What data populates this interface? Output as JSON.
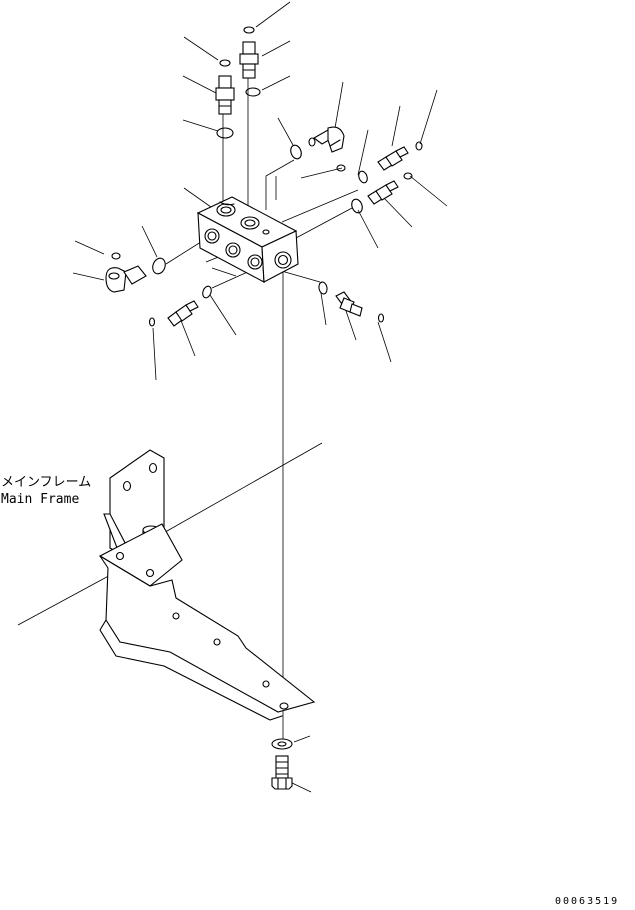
{
  "labels": {
    "frame_jp": "メインフレーム",
    "frame_en": "Main Frame"
  },
  "drawing_number": "00063519"
}
